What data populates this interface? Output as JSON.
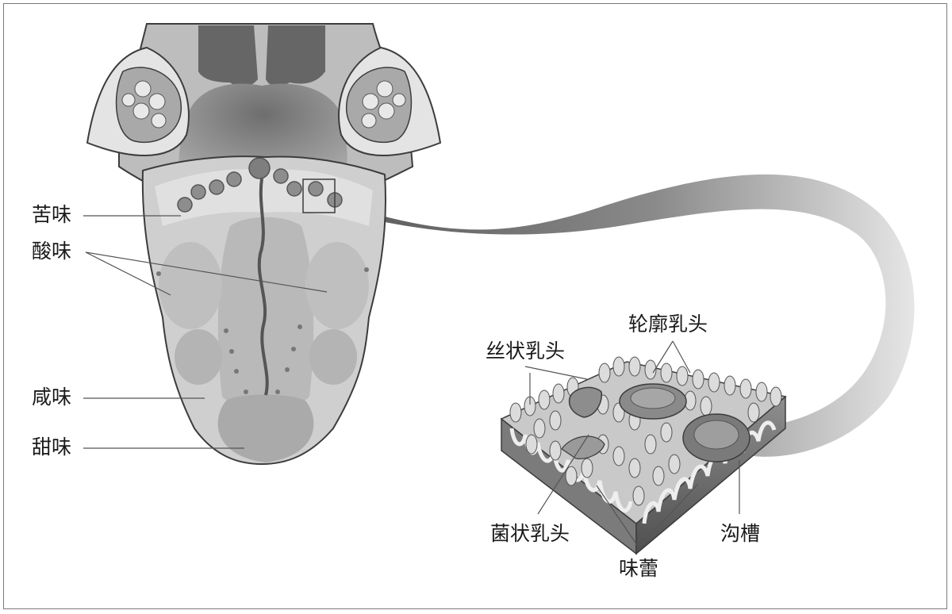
{
  "labels": {
    "bitter": "苦味",
    "sour": "酸味",
    "salty": "咸味",
    "sweet": "甜味",
    "filiform": "丝状乳头",
    "circumvallate": "轮廓乳头",
    "fungiform": "菌状乳头",
    "taste_bud": "味蕾",
    "groove": "沟槽"
  },
  "colors": {
    "outline": "#3c3c3c",
    "tongue_light": "#d2d2d2",
    "tongue_mid": "#b0b0b0",
    "tongue_dark": "#777777",
    "papilla": "#8d8d8d",
    "leader_line": "#555555"
  }
}
